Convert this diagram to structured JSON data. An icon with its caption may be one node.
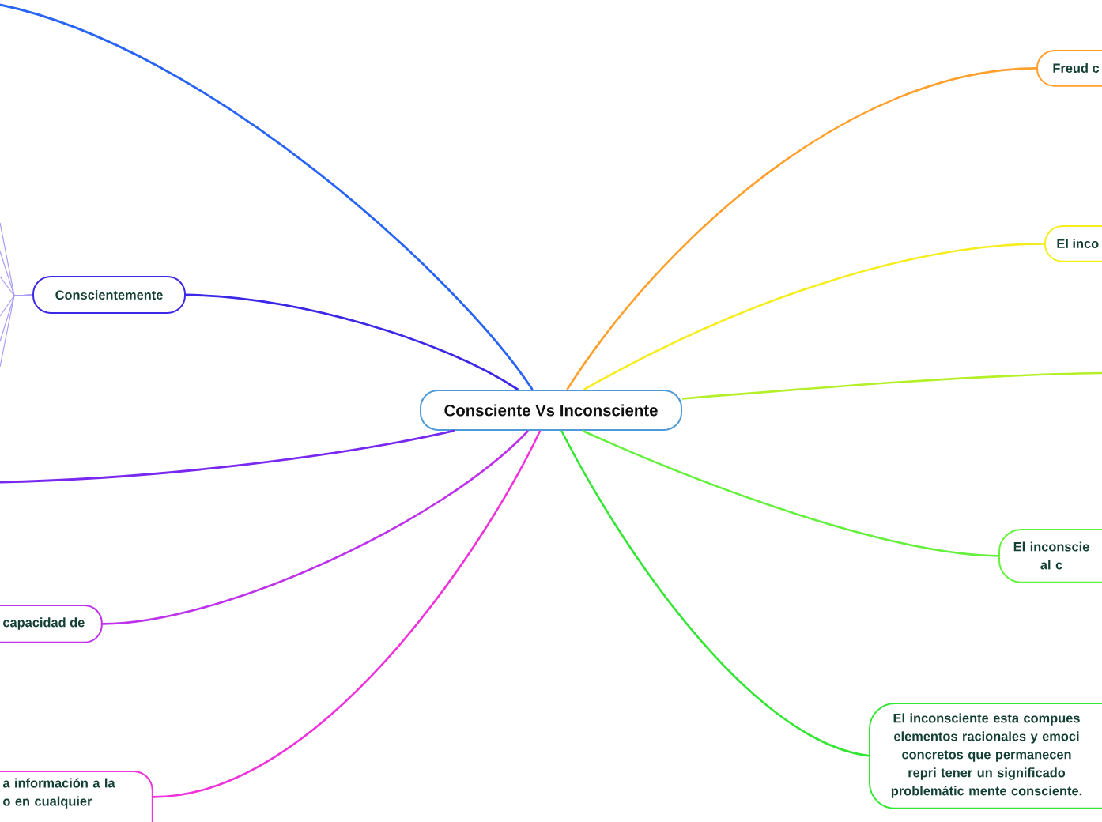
{
  "diagram": {
    "nodes": [
      {
        "text": [
          "Consciente Vs Inconsciente"
        ]
      },
      {
        "text": [
          "Conscientemente"
        ]
      },
      {
        "text": [
          "capacidad de"
        ]
      },
      {
        "text": [
          "a información a la o en cualquier"
        ]
      },
      {
        "text": [
          "Freud c"
        ]
      },
      {
        "text": [
          "El inco"
        ]
      },
      {
        "text": [
          "El inconscie al c"
        ]
      },
      {
        "text": [
          "El inconsciente esta compues elementos racionales y emoci concretos que permanecen repri tener un significado problemátic mente consciente."
        ]
      }
    ],
    "edges": [
      {
        "from": 0,
        "to": null,
        "arrow": "none",
        "color": "#2864f5"
      },
      {
        "from": 0,
        "to": 1,
        "arrow": "none",
        "color": "#3c28e6"
      },
      {
        "from": 0,
        "to": null,
        "arrow": "none",
        "color": "#7828f0"
      },
      {
        "from": 0,
        "to": 2,
        "arrow": "none",
        "color": "#be32eb"
      },
      {
        "from": 0,
        "to": 3,
        "arrow": "none",
        "color": "#f032dc"
      },
      {
        "from": 0,
        "to": 4,
        "arrow": "none",
        "color": "#ffa02d"
      },
      {
        "from": 0,
        "to": 5,
        "arrow": "none",
        "color": "#f5ee1e"
      },
      {
        "from": 0,
        "to": null,
        "arrow": "none",
        "color": "#b4f028"
      },
      {
        "from": 0,
        "to": 6,
        "arrow": "none",
        "color": "#64f03c"
      },
      {
        "from": 0,
        "to": 7,
        "arrow": "none",
        "color": "#32e632"
      },
      {
        "from": 1,
        "to": null,
        "arrow": "none",
        "color": "#a89df5"
      },
      {
        "from": 1,
        "to": null,
        "arrow": "none",
        "color": "#a89df5"
      },
      {
        "from": 1,
        "to": null,
        "arrow": "none",
        "color": "#a89df5"
      },
      {
        "from": 1,
        "to": null,
        "arrow": "none",
        "color": "#a89df5"
      },
      {
        "from": 1,
        "to": null,
        "arrow": "none",
        "color": "#a89df5"
      },
      {
        "from": 1,
        "to": null,
        "arrow": "none",
        "color": "#a89df5"
      }
    ]
  }
}
